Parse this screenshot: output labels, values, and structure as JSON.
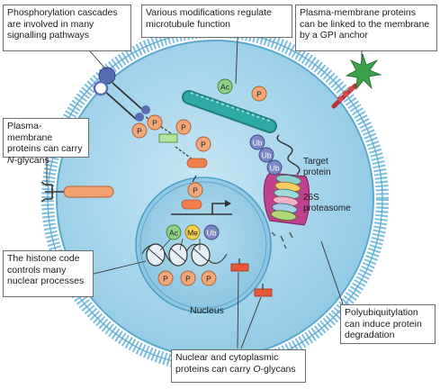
{
  "callouts": {
    "phosphorylation": "Phosphorylation cascades\nare involved in many\nsignalling pathways",
    "microtubule": "Various modifications regulate\nmicrotubule function",
    "gpi": "Plasma-membrane proteins\ncan be linked to the membrane\nby a GPI anchor",
    "nglycan_prefix": "Plasma-membrane\nproteins can carry\n",
    "nglycan_letter": "N",
    "nglycan_suffix": "-glycans",
    "histone": "The histone code\ncontrols many\nnuclear processes",
    "polyubiquitylation": "Polyubiquitylation\ncan induce protein\ndegradation",
    "oglycan_line1": "Nuclear and cytoplasmic",
    "oglycan_prefix": "proteins can carry ",
    "oglycan_letter": "O",
    "oglycan_suffix": "-glycans"
  },
  "labels": {
    "nucleus": "Nucleus",
    "target_protein_1": "Target",
    "target_protein_2": "protein",
    "proteasome_1": "26S",
    "proteasome_2": "proteasome"
  },
  "modification_tags": {
    "phospho": "P",
    "acetyl": "Ac",
    "methyl": "Me",
    "ubiquitin": "Ub"
  },
  "colors": {
    "cell_fill": "#a9d6ec",
    "membrane": "#6cb6d8",
    "nucleus_fill": "#9dcfe6",
    "phospho_fill": "#f0a779",
    "acetyl_fill": "#8fcf86",
    "methyl_fill": "#f3d04f",
    "ubiquitin_fill": "#7c88c6",
    "microtubule": "#2fa9a3",
    "gpi_star": "#3aa14a",
    "proteasome": "#c0418c"
  }
}
